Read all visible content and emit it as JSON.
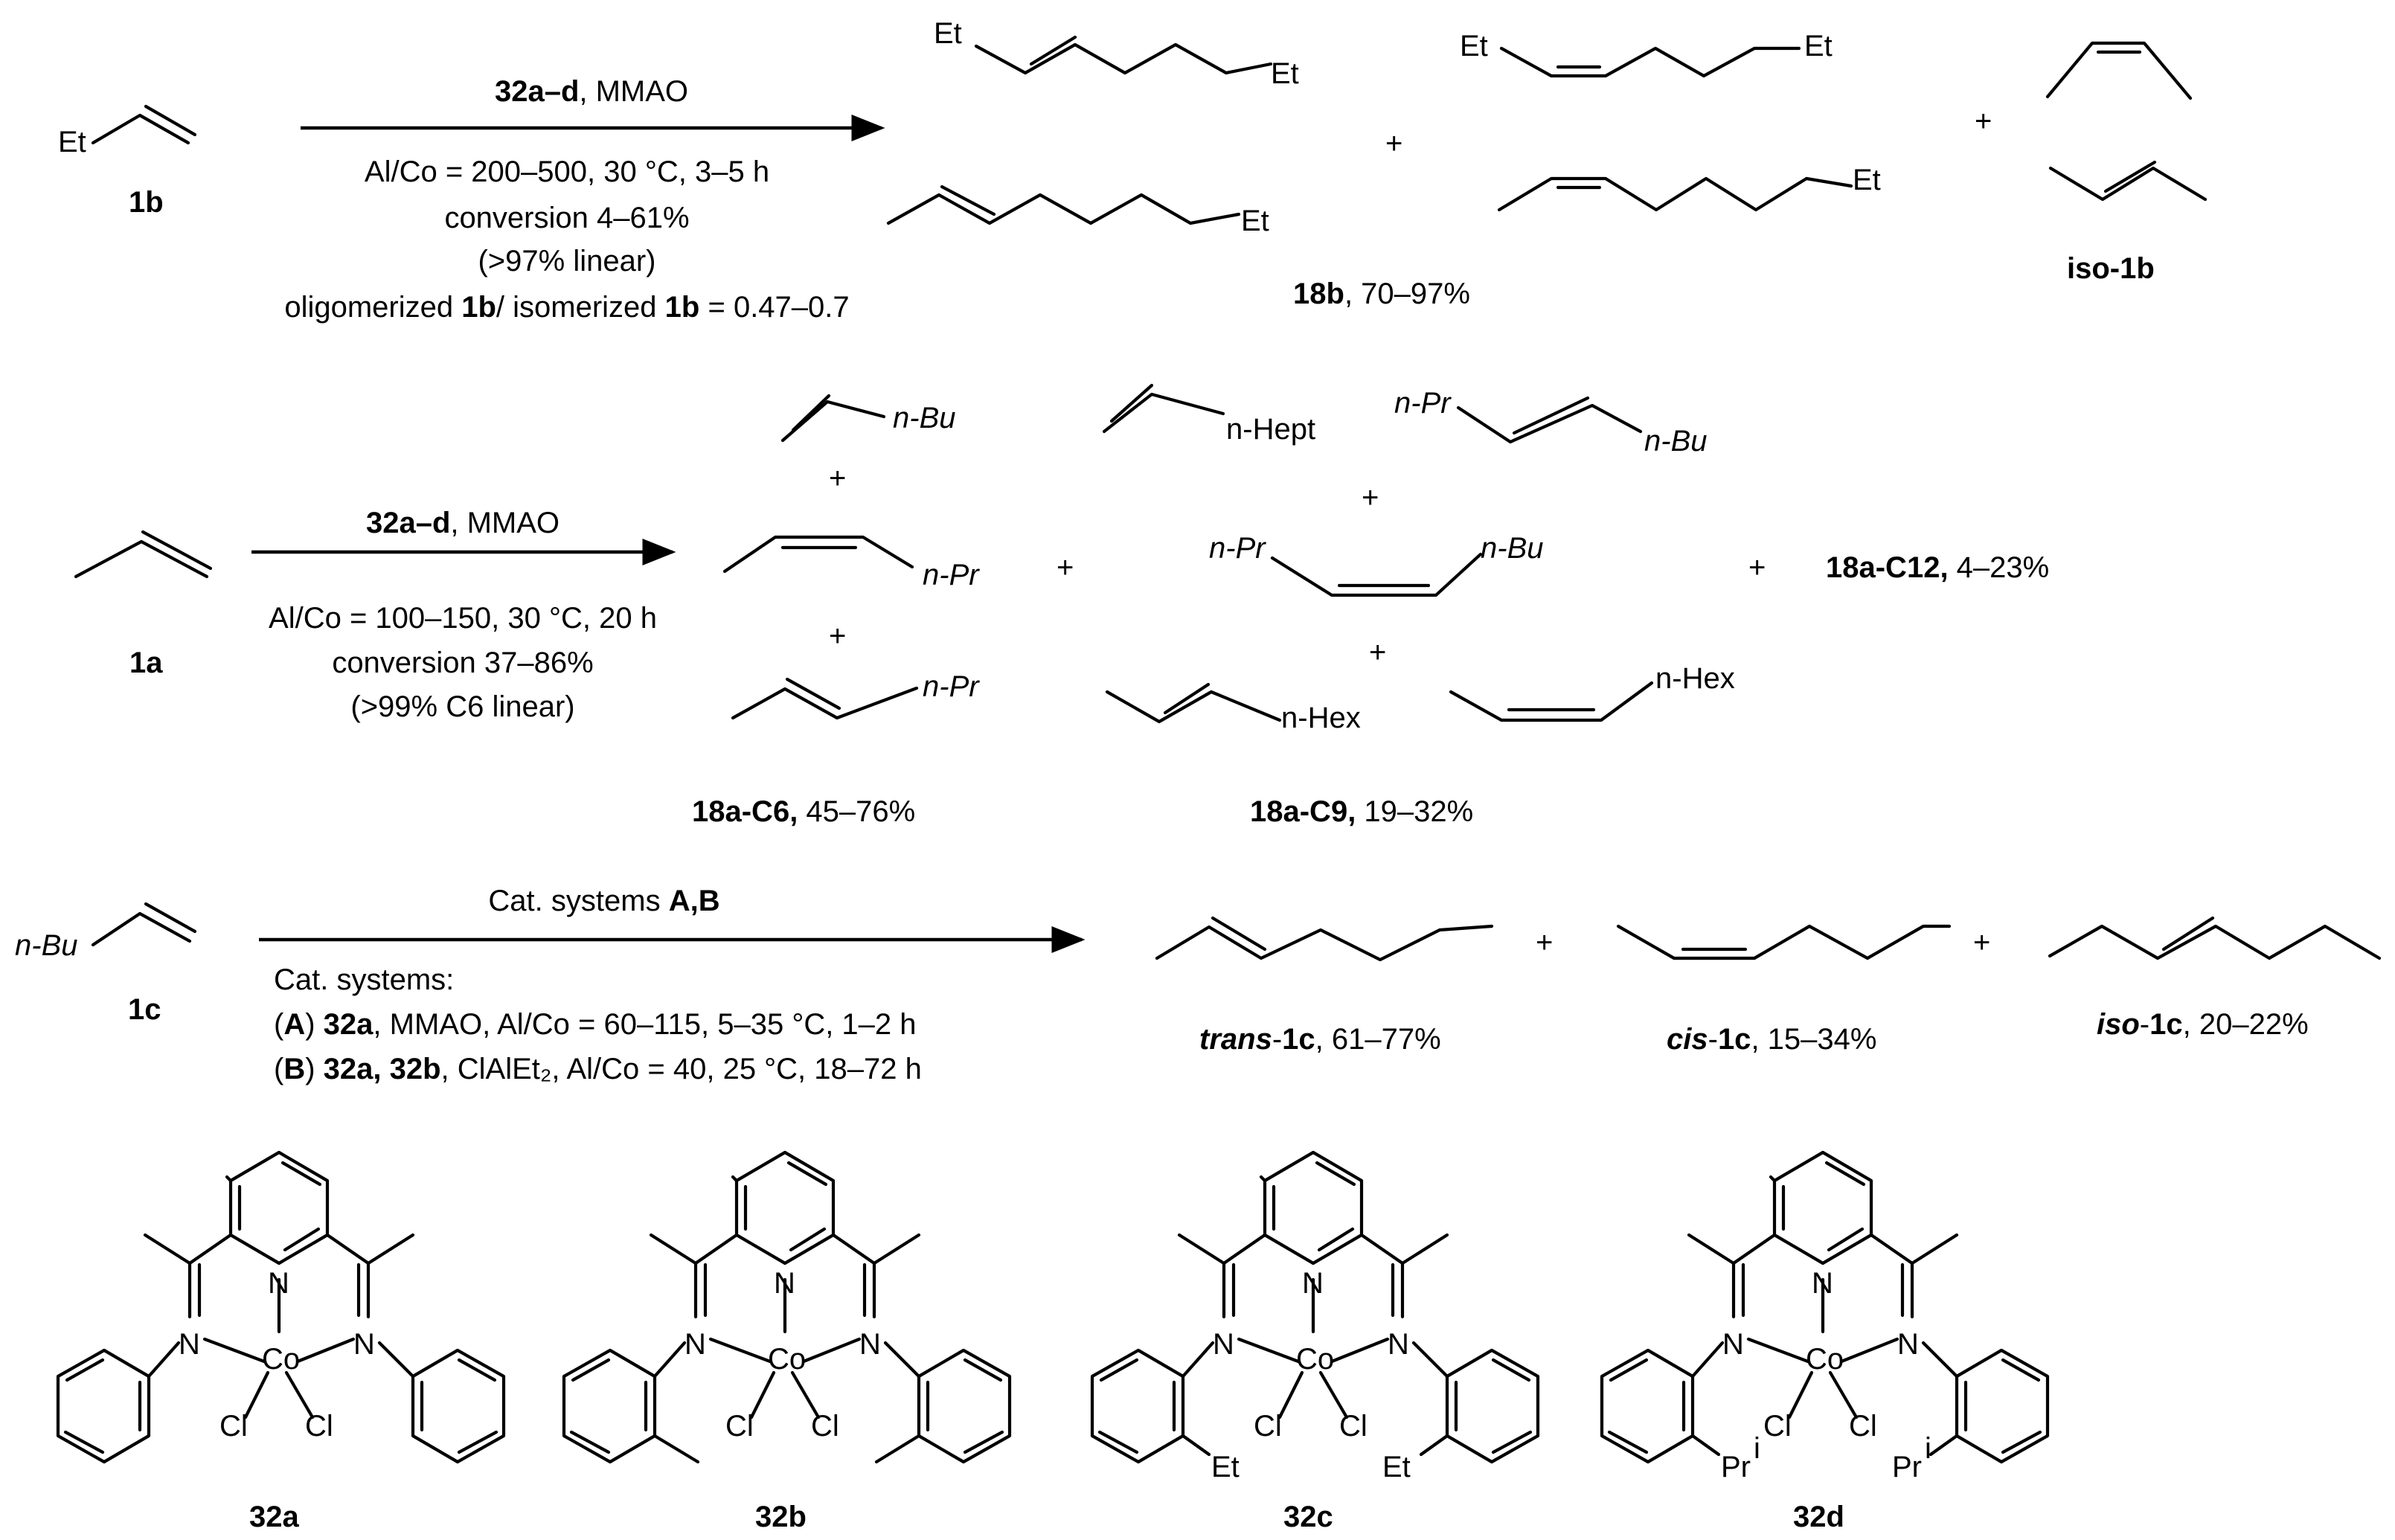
{
  "reactions": [
    {
      "substrate": {
        "group": "Et",
        "label": "1b"
      },
      "reagents": {
        "catalyst": "32a–d",
        "cocatalyst": ", MMAO"
      },
      "conditions": [
        "Al/Co = 200–500, 30 °C, 3–5 h",
        "conversion  4–61%",
        "(>97% linear)"
      ],
      "ratio": {
        "prefix": "oligomerized ",
        "bold1": "1b",
        "mid": "/ isomerized ",
        "bold2": "1b",
        "suffix": " = 0.47–0.7"
      },
      "products": [
        {
          "left_group": "Et",
          "right_group": "Et"
        },
        {
          "left_group": "Et",
          "right_group": "Et"
        },
        {
          "right_group": "Et"
        },
        {
          "right_group": "Et"
        }
      ],
      "product_label": {
        "bold": "18b",
        "yield": ", 70–97%"
      },
      "isomer_label": "iso-1b",
      "plus": "+"
    },
    {
      "substrate": {
        "label": "1a"
      },
      "reagents": {
        "catalyst": "32a–d",
        "cocatalyst": ", MMAO"
      },
      "conditions": [
        "Al/Co = 100–150, 30 °C, 20 h",
        "conversion 37–86%",
        "(>99% C6 linear)"
      ],
      "c6": {
        "a": "n-Bu",
        "b": "n-Pr",
        "c": "n-Pr",
        "label_bold": "18a-C6,",
        "yield": " 45–76%"
      },
      "c9": {
        "a": "n-Hept",
        "b_left": "n-Pr",
        "b_right": "n-Bu",
        "c_left": "n-Pr",
        "c_right": "n-Bu",
        "d": "n-Hex",
        "e": "n-Hex",
        "label_bold": "18a-C9,",
        "yield": " 19–32%"
      },
      "c12": {
        "label_bold": "18a-C12,",
        "yield": " 4–23%"
      },
      "plus": "+"
    },
    {
      "substrate": {
        "group": "n-Bu",
        "label": "1c"
      },
      "arrow_text": {
        "prefix": "Cat. systems ",
        "bold": "A,B"
      },
      "systems_title": "Cat. systems:",
      "system_a": {
        "open": "(",
        "key": "A",
        "close": ") ",
        "bold": "32a",
        "rest": ", MMAO, Al/Co = 60–115, 5–35 °C, 1–2 h"
      },
      "system_b": {
        "open": "(",
        "key": "B",
        "close": ") ",
        "bold": "32a, 32b",
        "rest": ", ClAlEt₂, Al/Co = 40, 25 °C, 18–72 h"
      },
      "products": [
        {
          "bold": "trans",
          "mid": "-",
          "bold2": "1c",
          "yield": ", 61–77%"
        },
        {
          "bold": "cis",
          "mid": "-",
          "bold2": "1c",
          "yield": ", 15–34%"
        },
        {
          "bold": "iso",
          "mid": "-",
          "bold2": "1c",
          "yield": ", 20–22%"
        }
      ],
      "plus": "+"
    }
  ],
  "catalysts": [
    {
      "label": "32a",
      "substituent": ""
    },
    {
      "label": "32b",
      "substituent": ""
    },
    {
      "label": "32c",
      "substituent": "Et"
    },
    {
      "label": "32d",
      "substituent": "Pr",
      "sup": "i"
    }
  ],
  "atoms": {
    "n": "N",
    "co": "Co",
    "cl": "Cl"
  }
}
